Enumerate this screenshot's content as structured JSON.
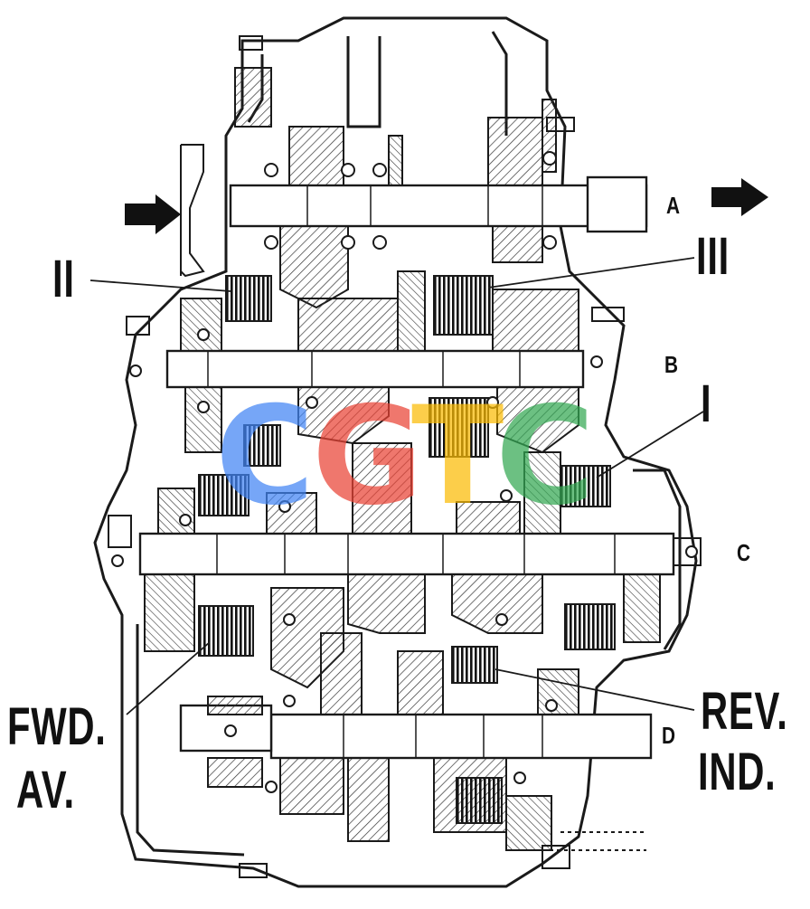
{
  "labels": {
    "shaft_a": "A",
    "shaft_b": "B",
    "shaft_c": "C",
    "shaft_d": "D",
    "clutch_i": "I",
    "clutch_ii": "II",
    "clutch_iii": "III",
    "fwd": "FWD.",
    "av": "AV.",
    "rev": "REV.",
    "ind": "IND."
  },
  "watermark": {
    "letters": [
      "C",
      "G",
      "T",
      "C"
    ],
    "colors": [
      "#4285F4",
      "#EA4335",
      "#FBBC05",
      "#34A853"
    ]
  },
  "colors": {
    "line": "#1a1a1a",
    "hatch": "#333333",
    "paper": "#ffffff"
  }
}
